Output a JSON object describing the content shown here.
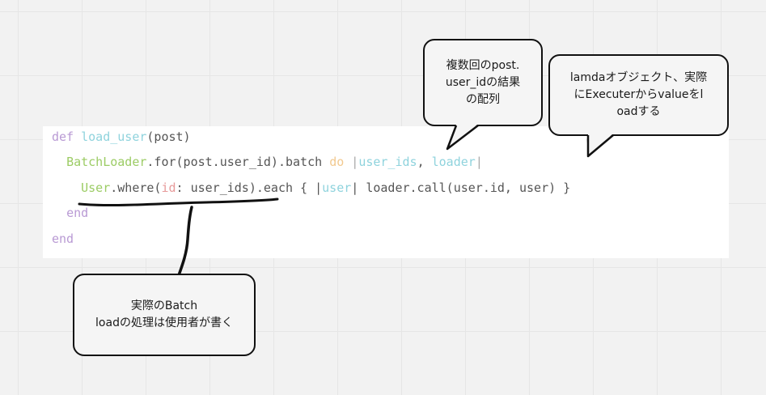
{
  "code": {
    "lines": [
      [
        {
          "text": "def ",
          "role": "kw"
        },
        {
          "text": "load_user",
          "role": "method"
        },
        {
          "text": "(post)",
          "role": "plain"
        }
      ],
      [
        {
          "text": "  ",
          "role": "plain"
        },
        {
          "text": "BatchLoader",
          "role": "class"
        },
        {
          "text": ".for(post.user_id).batch ",
          "role": "plain"
        },
        {
          "text": "do",
          "role": "do"
        },
        {
          "text": " |",
          "role": "pipe"
        },
        {
          "text": "user_ids",
          "role": "var"
        },
        {
          "text": ", ",
          "role": "plain"
        },
        {
          "text": "loader",
          "role": "var"
        },
        {
          "text": "|",
          "role": "pipe"
        }
      ],
      [
        {
          "text": "    ",
          "role": "plain"
        },
        {
          "text": "User",
          "role": "class"
        },
        {
          "text": ".where(",
          "role": "plain"
        },
        {
          "text": "id",
          "role": "sym"
        },
        {
          "text": ": user_ids).each { |",
          "role": "plain"
        },
        {
          "text": "user",
          "role": "var"
        },
        {
          "text": "| loader.call(user.id, user) }",
          "role": "plain"
        }
      ],
      [
        {
          "text": "  ",
          "role": "plain"
        },
        {
          "text": "end",
          "role": "kw"
        }
      ],
      [
        {
          "text": "end",
          "role": "kw"
        }
      ]
    ]
  },
  "callouts": {
    "user_ids_note": "複数回のpost.\nuser_idの結果\nの配列",
    "loader_note": "lamdaオブジェクト、実際\nにExecuterからvalueをl\noadする",
    "batch_note": "実際のBatch\nloadの処理は使用者が書く"
  },
  "colors": {
    "keyword": "#b99ad4",
    "method": "#8fd3dd",
    "class": "#9ccc65",
    "do": "#f2c98f",
    "symbol": "#e79a9a",
    "plain": "#555555",
    "ink": "#111111"
  }
}
